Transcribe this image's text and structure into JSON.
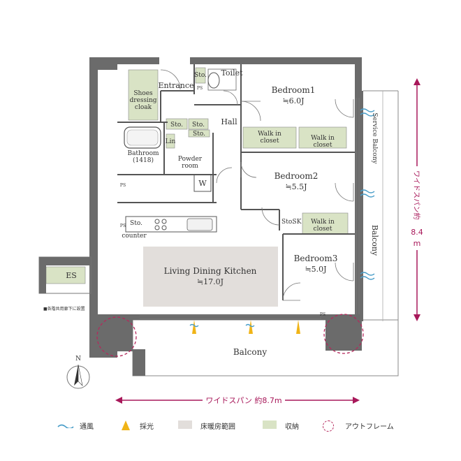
{
  "rooms": {
    "entrance": "Entrance",
    "toilet": "Toilet",
    "shoes_line1": "Shoes",
    "shoes_line2": "dressing",
    "shoes_line3": "cloak",
    "sto": "Sto.",
    "hall": "Hall",
    "bedroom1": "Bedroom1",
    "bedroom1_size": "≒6.0J",
    "walkin1_line1": "Walk in",
    "walkin1_line2": "closet",
    "walkin2_line1": "Walk in",
    "walkin2_line2": "closet",
    "walkin3_line1": "Walk in",
    "walkin3_line2": "closet",
    "lin": "Lin",
    "bathroom": "Bathroom",
    "bathroom_size": "(1418)",
    "powder_line1": "Powder",
    "powder_line2": "room",
    "washer": "W",
    "service_balcony": "Service Balcony",
    "bedroom2": "Bedroom2",
    "bedroom2_size": "≒5.5J",
    "bedroom3": "Bedroom3",
    "bedroom3_size": "≒5.0J",
    "ldk": "Living Dining Kitchen",
    "ldk_size": "≒17.0J",
    "counter": "counter",
    "ps": "PS",
    "balcony_right": "Balcony",
    "balcony_bottom": "Balcony",
    "sto_sk": "Sto.",
    "sk": "SK"
  },
  "es": {
    "label": "ES",
    "note": "■各階共用廊下に設置"
  },
  "compass": "N",
  "dimensions": {
    "width_label": "ワイドスパン 約8.7m",
    "height_line1": "ワイドスパン約",
    "height_line2": "8.4",
    "height_line3": "m"
  },
  "legend": {
    "wind": "通風",
    "light": "採光",
    "heating": "床暖房範囲",
    "storage": "収納",
    "outframe": "アウトフレーム"
  },
  "colors": {
    "wall": "#6b6b6b",
    "storage": "#d9e3c5",
    "heating": "#e2dedb",
    "accent": "#a8185a",
    "light": "#f0b417",
    "wind": "#4a9ec9"
  }
}
